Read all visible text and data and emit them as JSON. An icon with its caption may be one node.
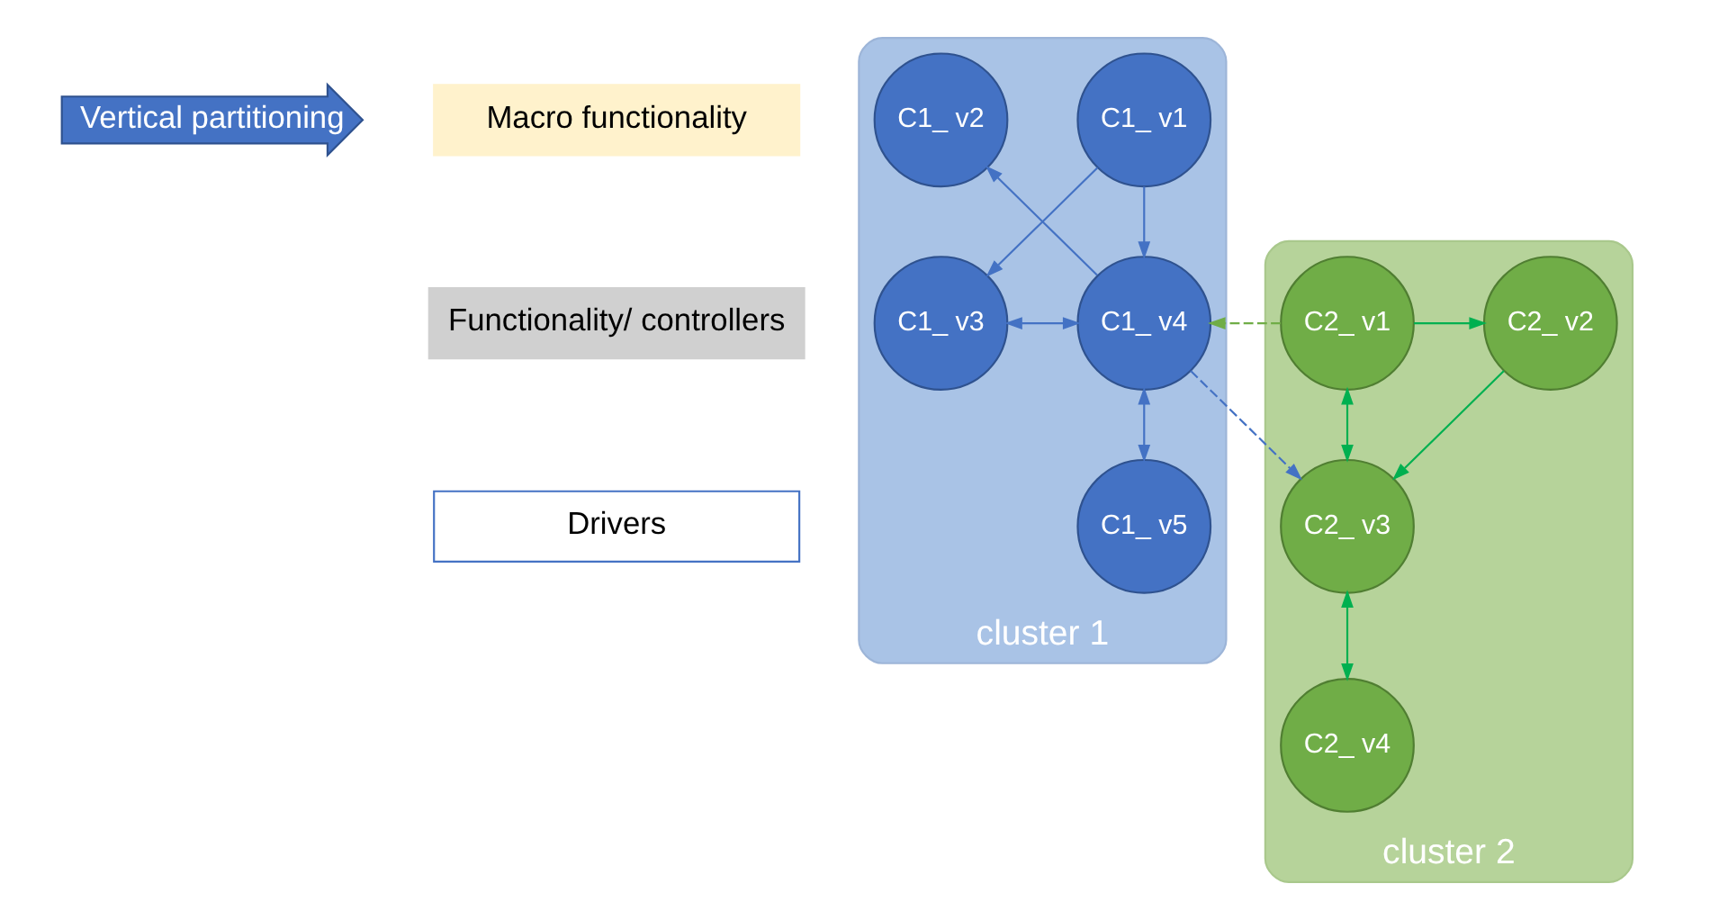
{
  "diagram": {
    "nodes": [
      {
        "text": [
          "Vertical partitioning"
        ]
      },
      {
        "text": [
          "Macro functionality"
        ]
      },
      {
        "text": [
          "Functionality/ controllers"
        ]
      },
      {
        "text": [
          "Drivers"
        ]
      },
      {
        "text": [
          "cluster 1"
        ]
      },
      {
        "text": [
          "C1_ v1"
        ],
        "in": 4
      },
      {
        "text": [
          "C1_ v2"
        ],
        "in": 4
      },
      {
        "text": [
          "C1_ v3"
        ],
        "in": 4
      },
      {
        "text": [
          "C1_ v4"
        ],
        "in": 4
      },
      {
        "text": [
          "C1_ v5"
        ],
        "in": 4
      },
      {
        "text": [
          "cluster 2"
        ]
      },
      {
        "text": [
          "C2_ v1"
        ],
        "in": 10
      },
      {
        "text": [
          "C2_ v2"
        ],
        "in": 10
      },
      {
        "text": [
          "C2_ v3"
        ],
        "in": 10
      },
      {
        "text": [
          "C2_ v4"
        ],
        "in": 10
      }
    ],
    "edges": [
      {
        "from": 5,
        "to": 7,
        "arrow": "to"
      },
      {
        "from": 5,
        "to": 8,
        "arrow": "to"
      },
      {
        "from": 8,
        "to": 6,
        "arrow": "to"
      },
      {
        "from": 7,
        "to": 8,
        "arrow": "both"
      },
      {
        "from": 8,
        "to": 9,
        "arrow": "both"
      },
      {
        "from": 11,
        "to": 12,
        "arrow": "to",
        "color": "#00b050"
      },
      {
        "from": 12,
        "to": 13,
        "arrow": "to",
        "color": "#00b050"
      },
      {
        "from": 11,
        "to": 13,
        "arrow": "both",
        "color": "#00b050"
      },
      {
        "from": 13,
        "to": 14,
        "arrow": "both",
        "color": "#00b050"
      },
      {
        "from": 8,
        "to": 13,
        "arrow": "to",
        "style": "dashed"
      },
      {
        "from": 11,
        "to": 8,
        "arrow": "to",
        "style": "dashed",
        "color": "#70ad47"
      }
    ]
  }
}
